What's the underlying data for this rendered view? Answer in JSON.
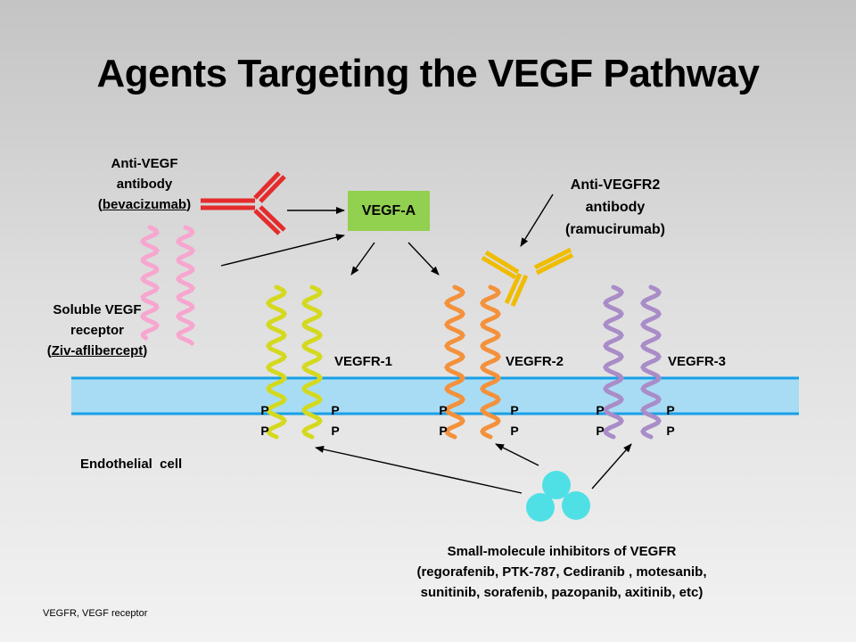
{
  "title": "Agents Targeting the VEGF Pathway",
  "anti_vegf": {
    "line1": "Anti-VEGF",
    "line2": "antibody",
    "open": "(",
    "drug": "bevacizumab",
    "close": ")"
  },
  "vegf_a": "VEGF-A",
  "anti_vegfr2": {
    "line1": "Anti-VEGFR2",
    "line2": "antibody",
    "line3": "(ramucirumab)"
  },
  "soluble_receptor": {
    "line1": "Soluble VEGF",
    "line2": "receptor",
    "open": "(",
    "drug": "Ziv-aflibercept",
    "close": ")"
  },
  "receptors": [
    {
      "label": "VEGFR-1",
      "color": "#d4d91e"
    },
    {
      "label": "VEGFR-2",
      "color": "#f4913b"
    },
    {
      "label": "VEGFR-3",
      "color": "#a98cc8"
    }
  ],
  "phospho": "P",
  "endothelial_cell": "Endothelial  cell",
  "small_molecule": {
    "line1": "Small-molecule inhibitors of VEGFR",
    "line2": "(regorafenib, PTK-787, Cediranib , motesanib,",
    "line3": "sunitinib, sorafenib, pazopanib, axitinib, etc)"
  },
  "footnote": "VEGFR, VEGF receptor",
  "colors": {
    "membrane_fill": "#a8dcf4",
    "membrane_line": "#19a0e6",
    "antibody_red": "#e52b2b",
    "antibody_gold": "#f0bc00",
    "soluble_pink": "#f7a6cf",
    "vegfa_green": "#92d050",
    "molecule_cyan": "#4fe0e6"
  }
}
